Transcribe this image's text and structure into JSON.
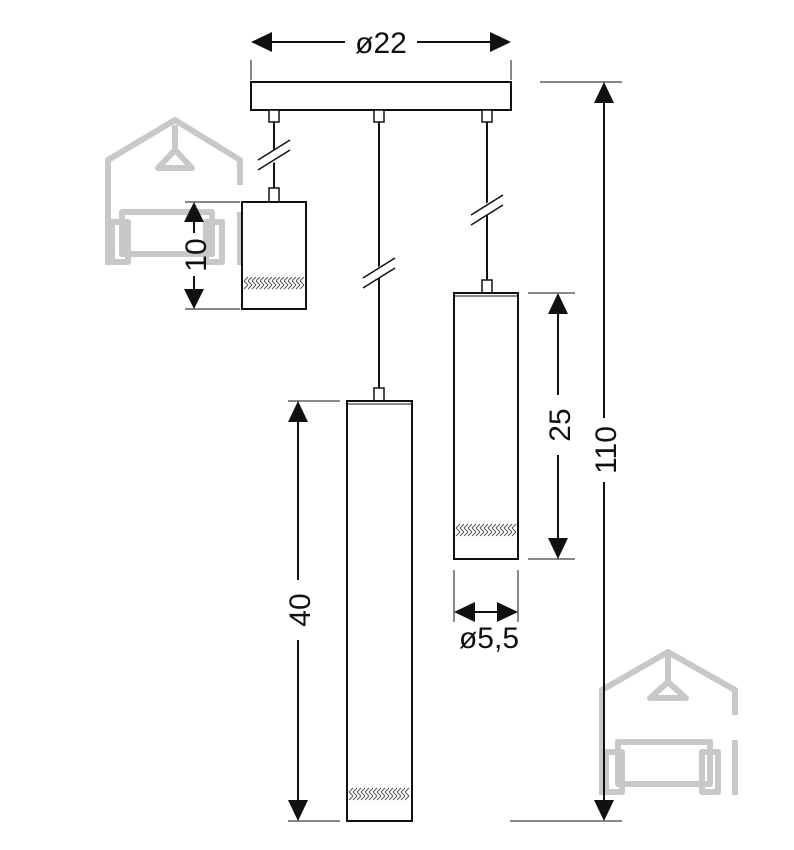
{
  "dimensions": {
    "canopy_diameter": "ø22",
    "total_height": "110",
    "small_shade_height": "10",
    "mid_shade_height": "25",
    "long_shade_height": "40",
    "shade_diameter": "ø5,5"
  },
  "colors": {
    "line": "#111111",
    "watermark": "#c8c8c8",
    "background": "#ffffff"
  },
  "icons": {
    "watermark": "house-sofa-icon"
  }
}
